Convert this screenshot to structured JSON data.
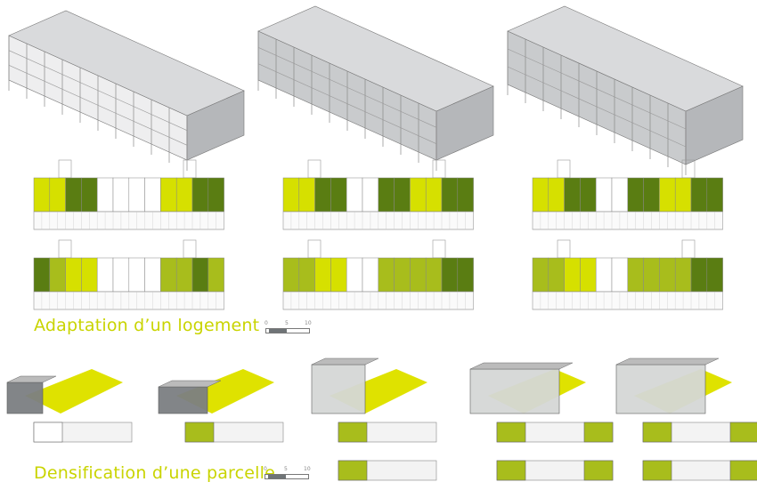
{
  "titles": {
    "adaptation": "Adaptation d’un logement",
    "densification": "Densification d’une parcelle"
  },
  "scale_bar": {
    "ticks": [
      "0",
      "5",
      "10"
    ]
  },
  "colors": {
    "yellow": "#d6e000",
    "light_green": "#a8bd1c",
    "dark_green": "#5a7d12",
    "structure": "#9a9c9f",
    "ground": "#dfe200"
  }
}
